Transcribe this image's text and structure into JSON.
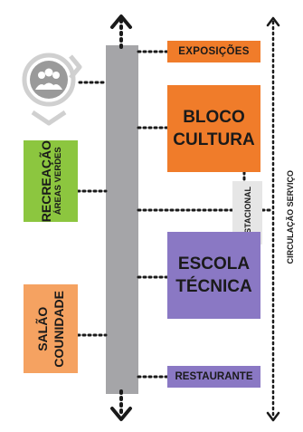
{
  "colors": {
    "orange": "#f07c2a",
    "purple": "#8a78c4",
    "green": "#8cc63f",
    "salmon": "#f5a261",
    "grey_bar": "#a5a5a8",
    "estacionamento_bg": "#e6e6e6",
    "dots": "#1a1a1a",
    "icon_grey": "#9a9a9a"
  },
  "labels": {
    "exposicoes": "EXPOSIÇÕES",
    "bloco_cultura": "BLOCO\nCULTURA",
    "recreacao_main": "RECREAÇÃO",
    "recreacao_sub": "ÁREAS VERDES",
    "estacionamento": "ESTACIONAL",
    "escola_tecnica": "ESCOLA\nTÉCNICA",
    "salao": "SALÃO\nCOUNIDADE",
    "restaurante": "RESTAURANTE",
    "circulacao_servico": "CIRCULAÇÃO SERVIÇO"
  },
  "icons": {
    "community": "people-group-icon"
  }
}
